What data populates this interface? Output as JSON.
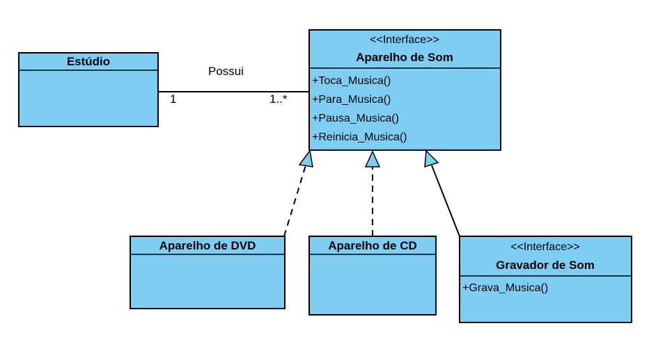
{
  "classes": {
    "estudio": {
      "name": "Estúdio"
    },
    "aparelho_som": {
      "stereotype": "<<Interface>>",
      "name": "Aparelho de Som",
      "methods": [
        "+Toca_Musica()",
        "+Para_Musica()",
        "+Pausa_Musica()",
        "+Reinicia_Musica()"
      ]
    },
    "aparelho_dvd": {
      "name": "Aparelho de DVD"
    },
    "aparelho_cd": {
      "name": "Aparelho de CD"
    },
    "gravador_som": {
      "stereotype": "<<Interface>>",
      "name": "Gravador de Som",
      "methods": [
        "+Grava_Musica()"
      ]
    }
  },
  "association": {
    "label": "Possui",
    "mult_source": "1",
    "mult_target": "1..*"
  },
  "colors": {
    "class_fill": "#7ecef4",
    "line": "#000000"
  }
}
